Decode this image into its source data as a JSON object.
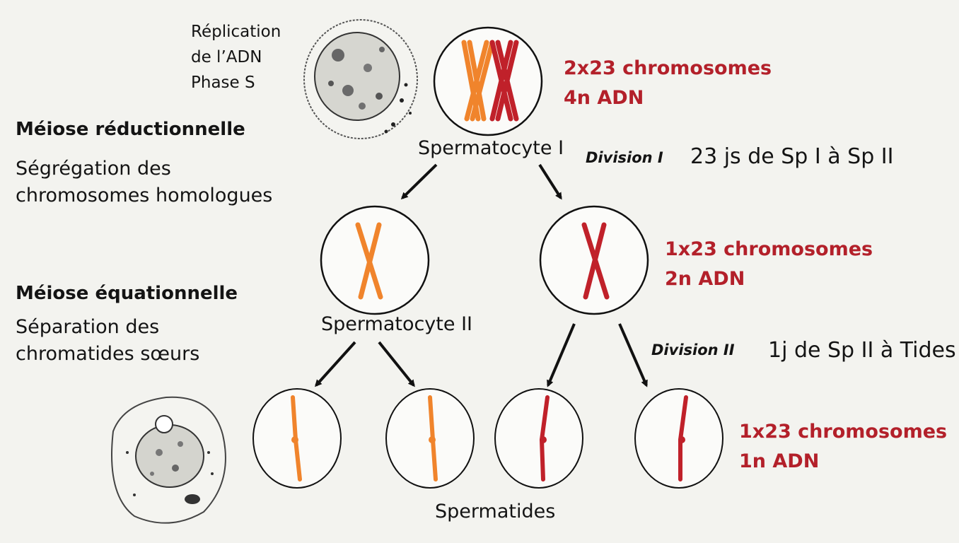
{
  "replication": {
    "line1": "Réplication",
    "line2": "de l’ADN",
    "line3": "Phase S"
  },
  "meiose_reductionnelle": {
    "title": "Méiose réductionnelle",
    "desc1": "Ségrégation des",
    "desc2": "chromosomes homologues"
  },
  "meiose_equationnelle": {
    "title": "Méiose équationnelle",
    "desc1": "Séparation des",
    "desc2": "chromatides sœurs"
  },
  "stage1": {
    "label": "Spermatocyte I",
    "chromosomes": "2x23 chromosomes",
    "dna": "4n ADN"
  },
  "stage2": {
    "label": "Spermatocyte II",
    "chromosomes": "1x23 chromosomes",
    "dna": "2n ADN"
  },
  "stage3": {
    "label": "Spermatides",
    "chromosomes": "1x23 chromosomes",
    "dna": "1n ADN"
  },
  "division1": {
    "label": "Division I",
    "duration": "23 js de Sp I à Sp II"
  },
  "division2": {
    "label": "Division II",
    "duration": "1j de Sp II à Tides"
  },
  "colors": {
    "orange": "#f0842c",
    "red": "#c0212a",
    "annotation_red": "#b3202a"
  }
}
